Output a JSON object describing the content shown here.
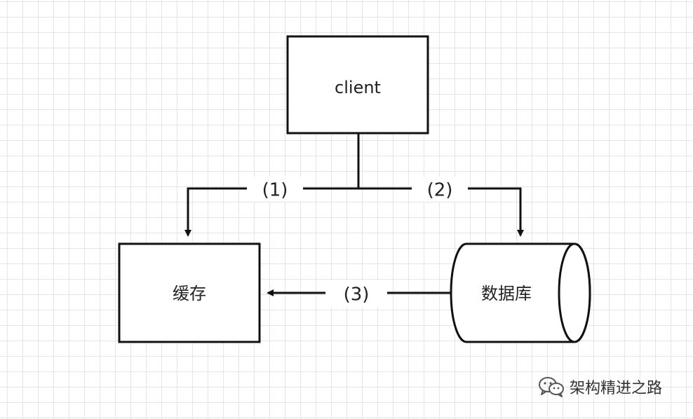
{
  "diagram": {
    "nodes": {
      "client": "client",
      "cache": "缓存",
      "database": "数据库"
    },
    "edges": {
      "step1": "(1)",
      "step2": "(2)",
      "step3": "(3)"
    }
  },
  "watermark": {
    "icon": "wechat-icon",
    "text": "架构精进之路"
  },
  "colors": {
    "stroke": "#111111",
    "grid": "#e4e4e4",
    "background": "#ffffff"
  }
}
